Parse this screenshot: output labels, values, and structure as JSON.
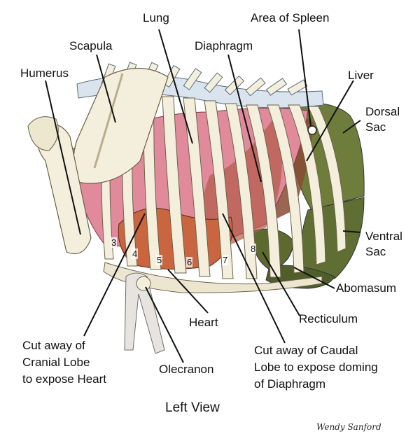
{
  "labels": {
    "lung": "Lung",
    "area_of_spleen": "Area of Spleen",
    "scapula": "Scapula",
    "diaphragm": "Diaphragm",
    "humerus": "Humerus",
    "liver": "Liver",
    "dorsal_sac_line1": "Dorsal",
    "dorsal_sac_line2": "Sac",
    "ventral_sac_line1": "Ventral",
    "ventral_sac_line2": "Sac",
    "abomasum": "Abomasum",
    "recticulum": "Recticulum",
    "heart": "Heart",
    "olecranon": "Olecranon",
    "cranial_line1": "Cut away of",
    "cranial_line2": "Cranial Lobe",
    "cranial_line3": "to expose Heart",
    "caudal_line1": "Cut away of Caudal",
    "caudal_line2": "Lobe to expose doming",
    "caudal_line3": "of Diaphragm"
  },
  "rib_numbers": [
    "3",
    "4",
    "5",
    "6",
    "7",
    "8"
  ],
  "view_title": "Left View",
  "signature": "Wendy Sanford",
  "colors": {
    "lung": "#e08a9c",
    "bone": "#f4efdc",
    "heart": "#c9663f",
    "rumen": "#6a7a3a",
    "liver": "#8a4a32",
    "spine": "#d9e4ee"
  }
}
